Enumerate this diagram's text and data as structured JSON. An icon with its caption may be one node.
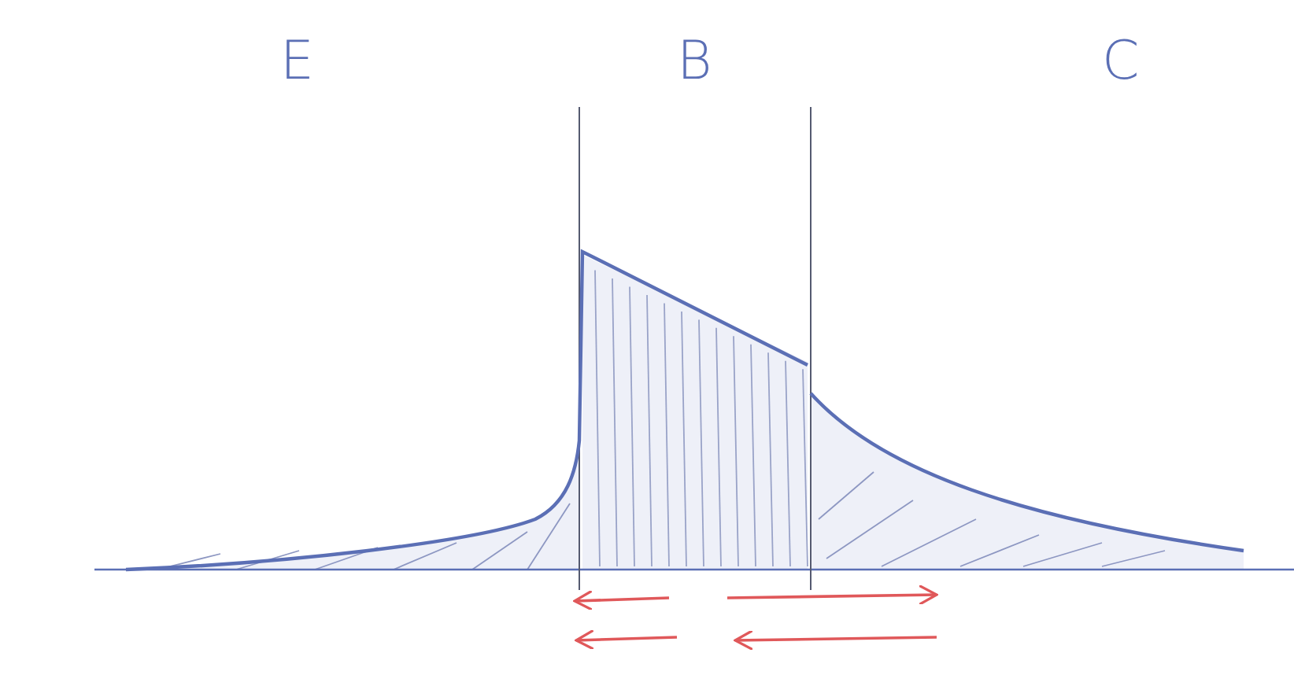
{
  "diagram": {
    "labels": [
      "E",
      "B",
      "C"
    ]
  }
}
